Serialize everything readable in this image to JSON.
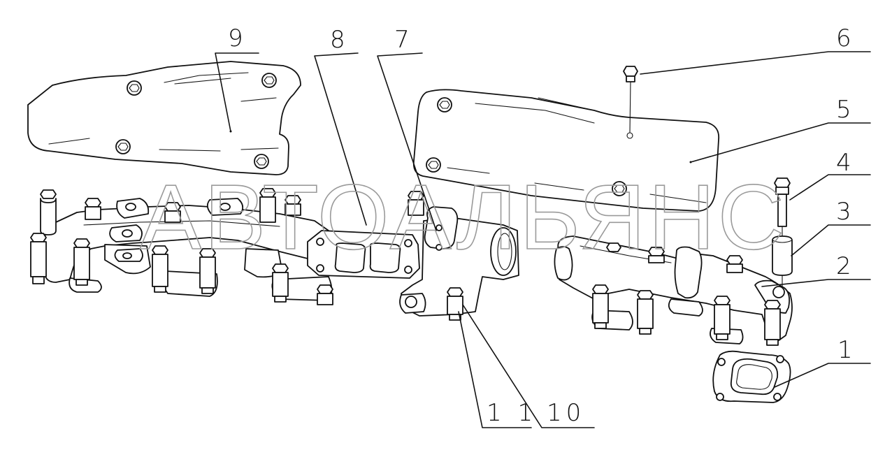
{
  "watermark": "АВТОАЛЬЯНС",
  "callouts": [
    "1",
    "2",
    "3",
    "4",
    "5",
    "6",
    "7",
    "8",
    "9",
    "10",
    "1 1"
  ]
}
